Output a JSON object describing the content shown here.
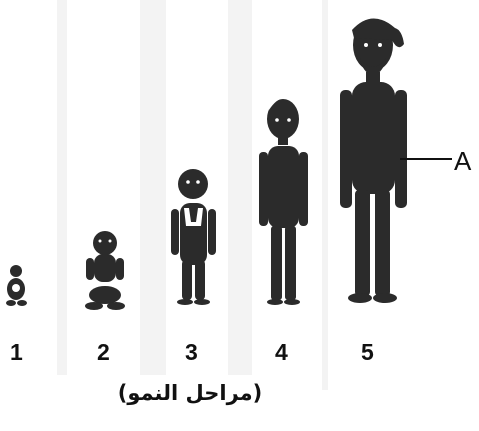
{
  "figure": {
    "stages": [
      {
        "number": "1",
        "figure": "infant-sitting-small"
      },
      {
        "number": "2",
        "figure": "baby-sitting"
      },
      {
        "number": "3",
        "figure": "toddler"
      },
      {
        "number": "4",
        "figure": "boy"
      },
      {
        "number": "5",
        "figure": "adult-man-with-cap"
      }
    ],
    "caption": "(مراحل النمو)",
    "pointer_label": "A",
    "colors": {
      "silhouette": "#2b2b2b",
      "background_band": "#f2f2f2",
      "text": "#111111"
    }
  }
}
